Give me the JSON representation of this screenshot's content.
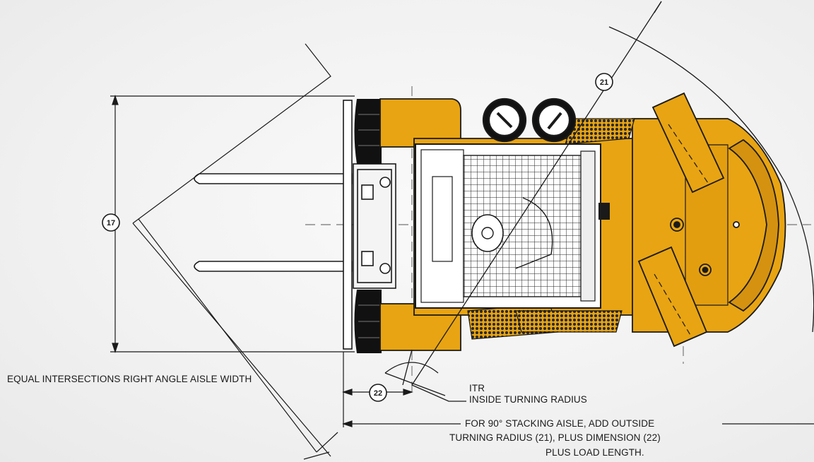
{
  "callouts": {
    "c17": "17",
    "c21": "21",
    "c22": "22"
  },
  "labels": {
    "aisle_width": "EQUAL INTERSECTIONS RIGHT ANGLE AISLE WIDTH",
    "itr_abbrev": "ITR",
    "itr_full": "INSIDE TURNING RADIUS",
    "stacking_line1": "FOR 90° STACKING AISLE, ADD OUTSIDE",
    "stacking_line2": "TURNING RADIUS (21), PLUS DIMENSION (22)",
    "stacking_line3": "PLUS LOAD LENGTH."
  },
  "colors": {
    "truck_body": "#E8A412",
    "truck_shadow": "#B87E0A",
    "tire": "#111111",
    "line": "#1a1a1a",
    "centerline": "#8a8a8a",
    "background": "#f3f3f3"
  }
}
